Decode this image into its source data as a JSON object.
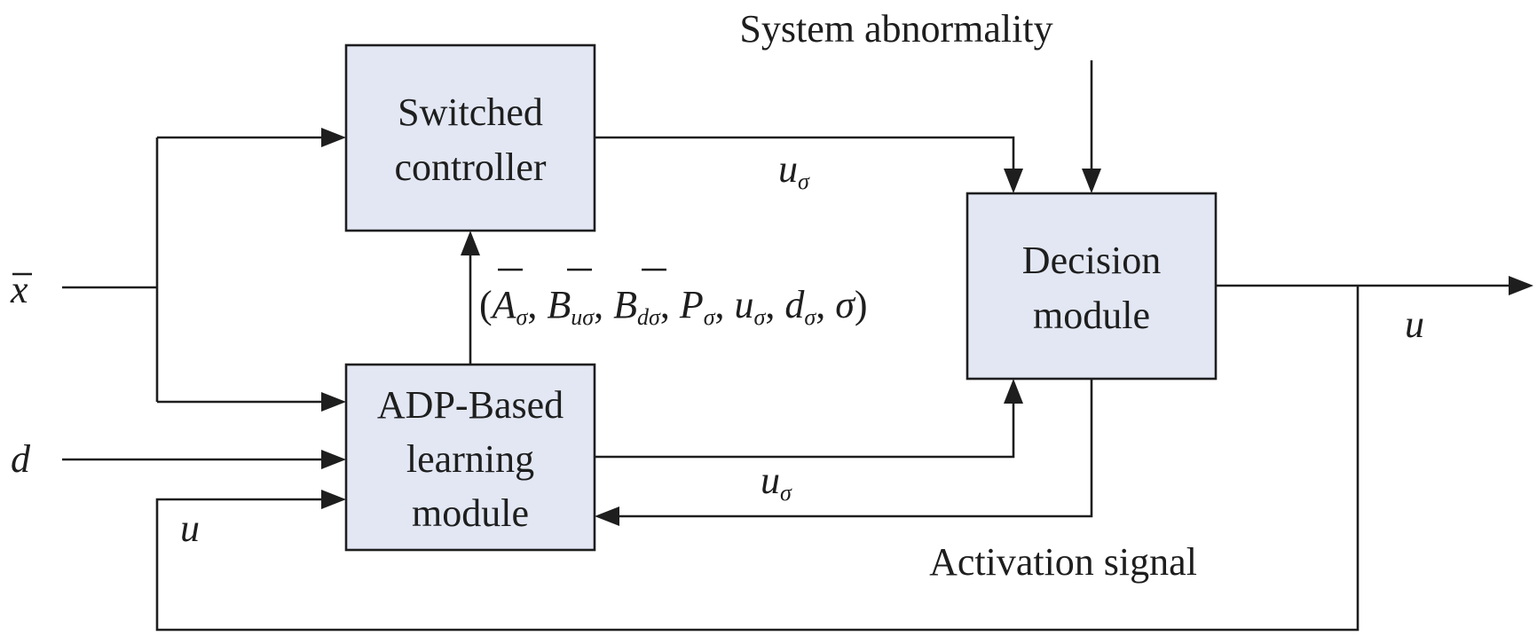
{
  "blocks": {
    "switched_controller": [
      "Switched",
      "controller"
    ],
    "decision_module": [
      "Decision",
      "module"
    ],
    "adp_module": [
      "ADP-Based",
      "learning",
      "module"
    ]
  },
  "inputs": {
    "x_bar": "x",
    "d": "d",
    "system_abnormality": "System abnormality"
  },
  "signals": {
    "u_sigma_symbol": "u",
    "sigma_subscript": "σ",
    "u_output": "u",
    "u_feedback": "u",
    "activation_signal": "Activation signal"
  },
  "parameter_tuple": {
    "open_paren": "(",
    "A": "A",
    "A_sub": "σ",
    "B_u": "B",
    "B_u_sub": "uσ",
    "B_d": "B",
    "B_d_sub": "dσ",
    "P": "P",
    "P_sub": "σ",
    "u": "u",
    "u_sub": "σ",
    "d": "d",
    "d_sub": "σ",
    "sigma": "σ",
    "comma": ",",
    "close_paren": ")"
  },
  "colors": {
    "block_fill": "#e2e7f3",
    "line": "#1e1e1e"
  }
}
